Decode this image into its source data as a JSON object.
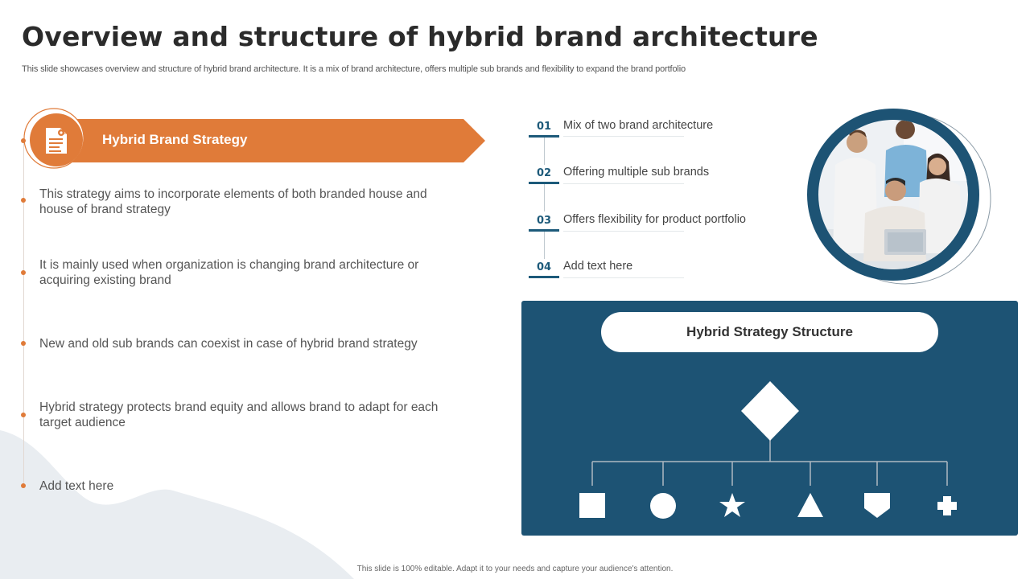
{
  "slide": {
    "title": "Overview and structure of hybrid brand architecture",
    "subtitle": "This slide showcases overview and structure of hybrid brand architecture. It is a mix of brand architecture, offers multiple sub brands and flexibility to expand the brand portfolio",
    "footer": "This slide is 100% editable. Adapt it to your needs and capture your audience's attention."
  },
  "strategy": {
    "heading": "Hybrid Brand Strategy",
    "icon": "document-icon",
    "points": [
      "This strategy aims to incorporate elements of both branded house and house of brand strategy",
      "It is mainly used when organization is changing brand architecture or acquiring existing brand",
      "New and old sub brands can coexist in case of hybrid brand strategy",
      "Hybrid strategy protects brand equity and allows brand to adapt for each target audience",
      "Add text here"
    ]
  },
  "features": [
    {
      "number": "01",
      "text": "Mix of two brand architecture"
    },
    {
      "number": "02",
      "text": "Offering multiple sub brands"
    },
    {
      "number": "03",
      "text": "Offers flexibility for product portfolio"
    },
    {
      "number": "04",
      "text": "Add text here"
    }
  ],
  "structure": {
    "title": "Hybrid Strategy Structure",
    "root_shape": "diamond",
    "child_shapes": [
      "square",
      "circle",
      "star",
      "triangle",
      "shield",
      "plus"
    ]
  },
  "colors": {
    "accent_orange": "#e07b39",
    "navy": "#1d5374",
    "number_blue": "#1d5a7a"
  }
}
